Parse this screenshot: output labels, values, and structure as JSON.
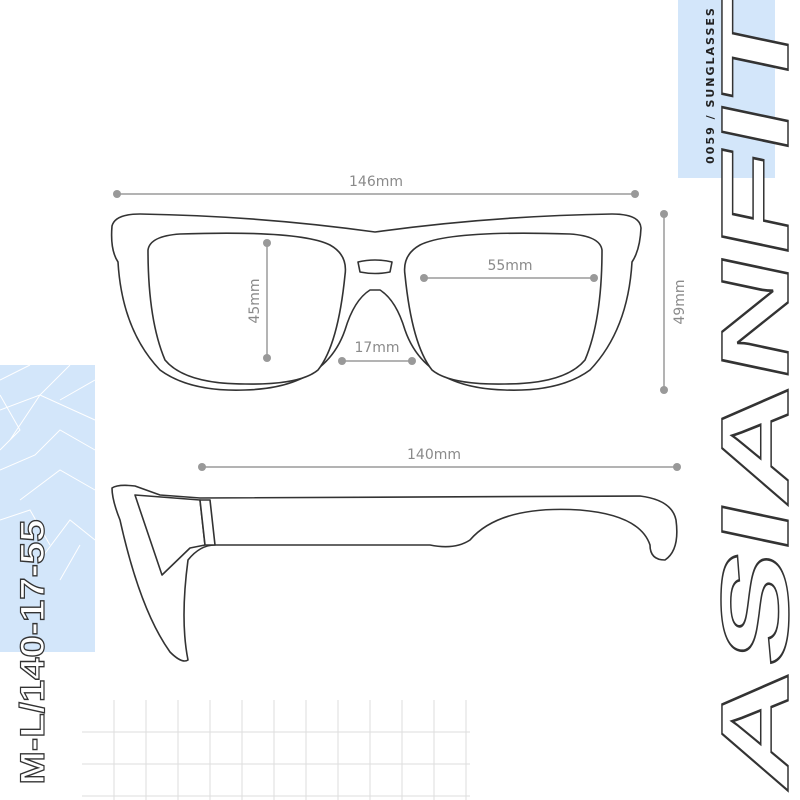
{
  "brand": {
    "title": "ASIANFIT",
    "subtitle": "0059 / SUNGLASSES",
    "size_code": "M-L/140-17-55"
  },
  "dimensions": {
    "total_width": "146mm",
    "lens_width": "55mm",
    "lens_height": "45mm",
    "frame_height": "49mm",
    "bridge": "17mm",
    "temple_length": "140mm"
  },
  "colors": {
    "accent": "#d3e6fa",
    "line": "#333333",
    "dimension": "#8a8a8a"
  }
}
